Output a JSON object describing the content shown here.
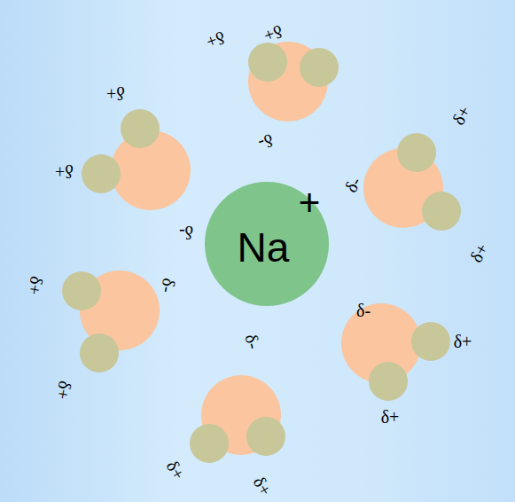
{
  "diagram": {
    "nodes": [
      {
        "text": [
          "Na",
          "+"
        ]
      }
    ],
    "labels": [
      "δ+",
      "δ+",
      "δ-",
      "δ+",
      "δ+",
      "δ-",
      "δ+",
      "δ+",
      "δ-",
      "δ-",
      "δ+",
      "δ+",
      "δ-",
      "δ+",
      "δ+",
      "δ+",
      "δ+",
      "δ-"
    ]
  }
}
